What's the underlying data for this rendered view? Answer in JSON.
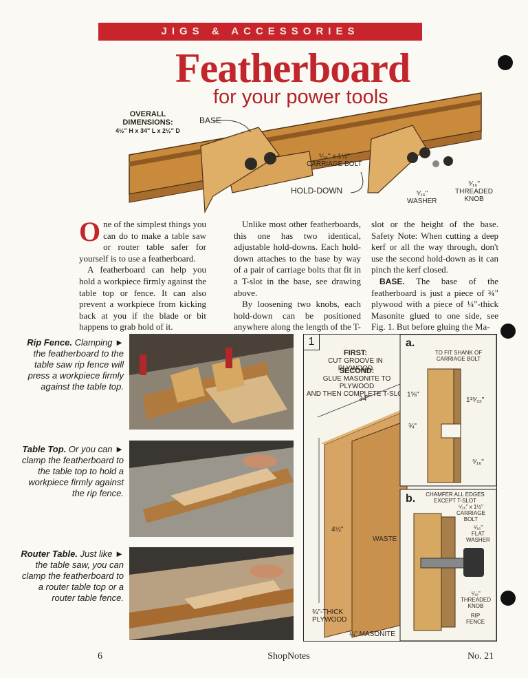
{
  "header": {
    "banner": "JIGS & ACCESSORIES"
  },
  "title": "Featherboard",
  "subtitle": "for your power tools",
  "dims": {
    "heading1": "OVERALL",
    "heading2": "DIMENSIONS:",
    "value": "4½\" H x 34\" L x 2½\" D"
  },
  "hero_labels": {
    "base": "BASE",
    "bolt1": "⁵⁄₁₆\" x 1½\"",
    "bolt2": "CARRIAGE BOLT",
    "holddown": "HOLD-DOWN",
    "washer1": "⁵⁄₁₆\"",
    "washer2": "WASHER",
    "knob1": "⁵⁄₁₆\"",
    "knob2": "THREADED",
    "knob3": "KNOB"
  },
  "article": {
    "dropcap": "O",
    "col1_p1": "ne of the simplest things you can do to make a table saw or router table safer for yourself is to use a featherboard.",
    "col1_p2": "A featherboard can help you hold a workpiece firmly against the table top or fence. It can also prevent a workpiece from kicking back at you if the blade or bit happens to grab hold of it.",
    "col2_p1": "Unlike most other featherboards, this one has two identical, adjustable hold-downs. Each hold-down attaches to the base by way of a pair of carriage bolts that fit in a T-slot in the base, see drawing above.",
    "col2_p2": "By loosening two knobs, each hold-down can be positioned anywhere along the length of the T-",
    "col3_p1": "slot or the height of the base. Safety Note: When cutting a deep kerf or all the way through, don't use the second hold-down as it can pinch the kerf closed.",
    "col3_base": "BASE.",
    "col3_p2": " The base of the featherboard is just a piece of ¾\" plywood with a piece of ¼\"-thick Masonite glued to one side, see Fig. 1. But before gluing the Ma-"
  },
  "captions": [
    {
      "title": "Rip Fence.",
      "text": " Clamping ► the featherboard to the table saw rip fence will press a workpiece firmly against the table top."
    },
    {
      "title": "Table Top.",
      "text": " Or you can ► clamp the featherboard to the table top to hold a workpiece firmly against the rip fence."
    },
    {
      "title": "Router Table.",
      "text": " Just like ► the table saw, you can clamp the featherboard to a router table top or a router table fence."
    }
  ],
  "figure": {
    "number": "1",
    "first_title": "FIRST:",
    "first_text": "CUT GROOVE IN PLYWOOD",
    "second_title": "SECOND:",
    "second_text1": "GLUE MASONITE TO PLYWOOD",
    "second_text2": "AND THEN COMPLETE T-SLOT",
    "dim_34": "34\"",
    "dim_height": "4½\"",
    "waste": "WASTE",
    "plywood1": "¾\"-THICK",
    "plywood2": "PLYWOOD",
    "masonite": "¼\" MASONITE",
    "a_label": "a.",
    "a_note1": "TO FIT SHANK OF",
    "a_note2": "CARRIAGE BOLT",
    "a_dim1": "1⅝\"",
    "a_dim2": "1¹⁹⁄₃₂\"",
    "a_dim3": "¾\"",
    "a_dim4": "⁵⁄₁₆\"",
    "b_label": "b.",
    "b_note1": "CHAMFER ALL EDGES",
    "b_note2": "EXCEPT T-SLOT",
    "b_bolt1": "⁵⁄₁₆\" x 1½\"",
    "b_bolt2": "CARRIAGE",
    "b_bolt3": "BOLT",
    "b_washer1": "⁵⁄₁₆\"",
    "b_washer2": "FLAT",
    "b_washer3": "WASHER",
    "b_knob1": "⁵⁄₁₆\"",
    "b_knob2": "THREADED",
    "b_knob3": "KNOB",
    "b_fence1": "RIP",
    "b_fence2": "FENCE"
  },
  "footer": {
    "page": "6",
    "magazine": "ShopNotes",
    "issue": "No. 21"
  }
}
